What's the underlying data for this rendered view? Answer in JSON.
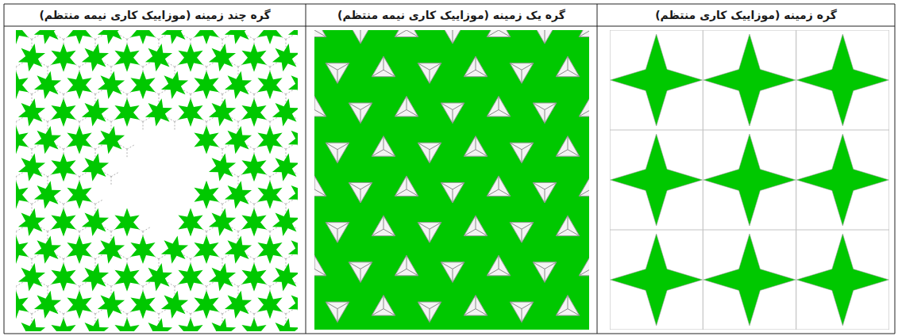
{
  "diagram": {
    "labels": [
      "گره زمینه (موزاییک کاری منتظم)",
      "گره یک زمینه (موزاییک کاری نیمه منتظم)",
      "گره چند زمینه (موزاییک کاری نیمه منتظم)"
    ]
  }
}
